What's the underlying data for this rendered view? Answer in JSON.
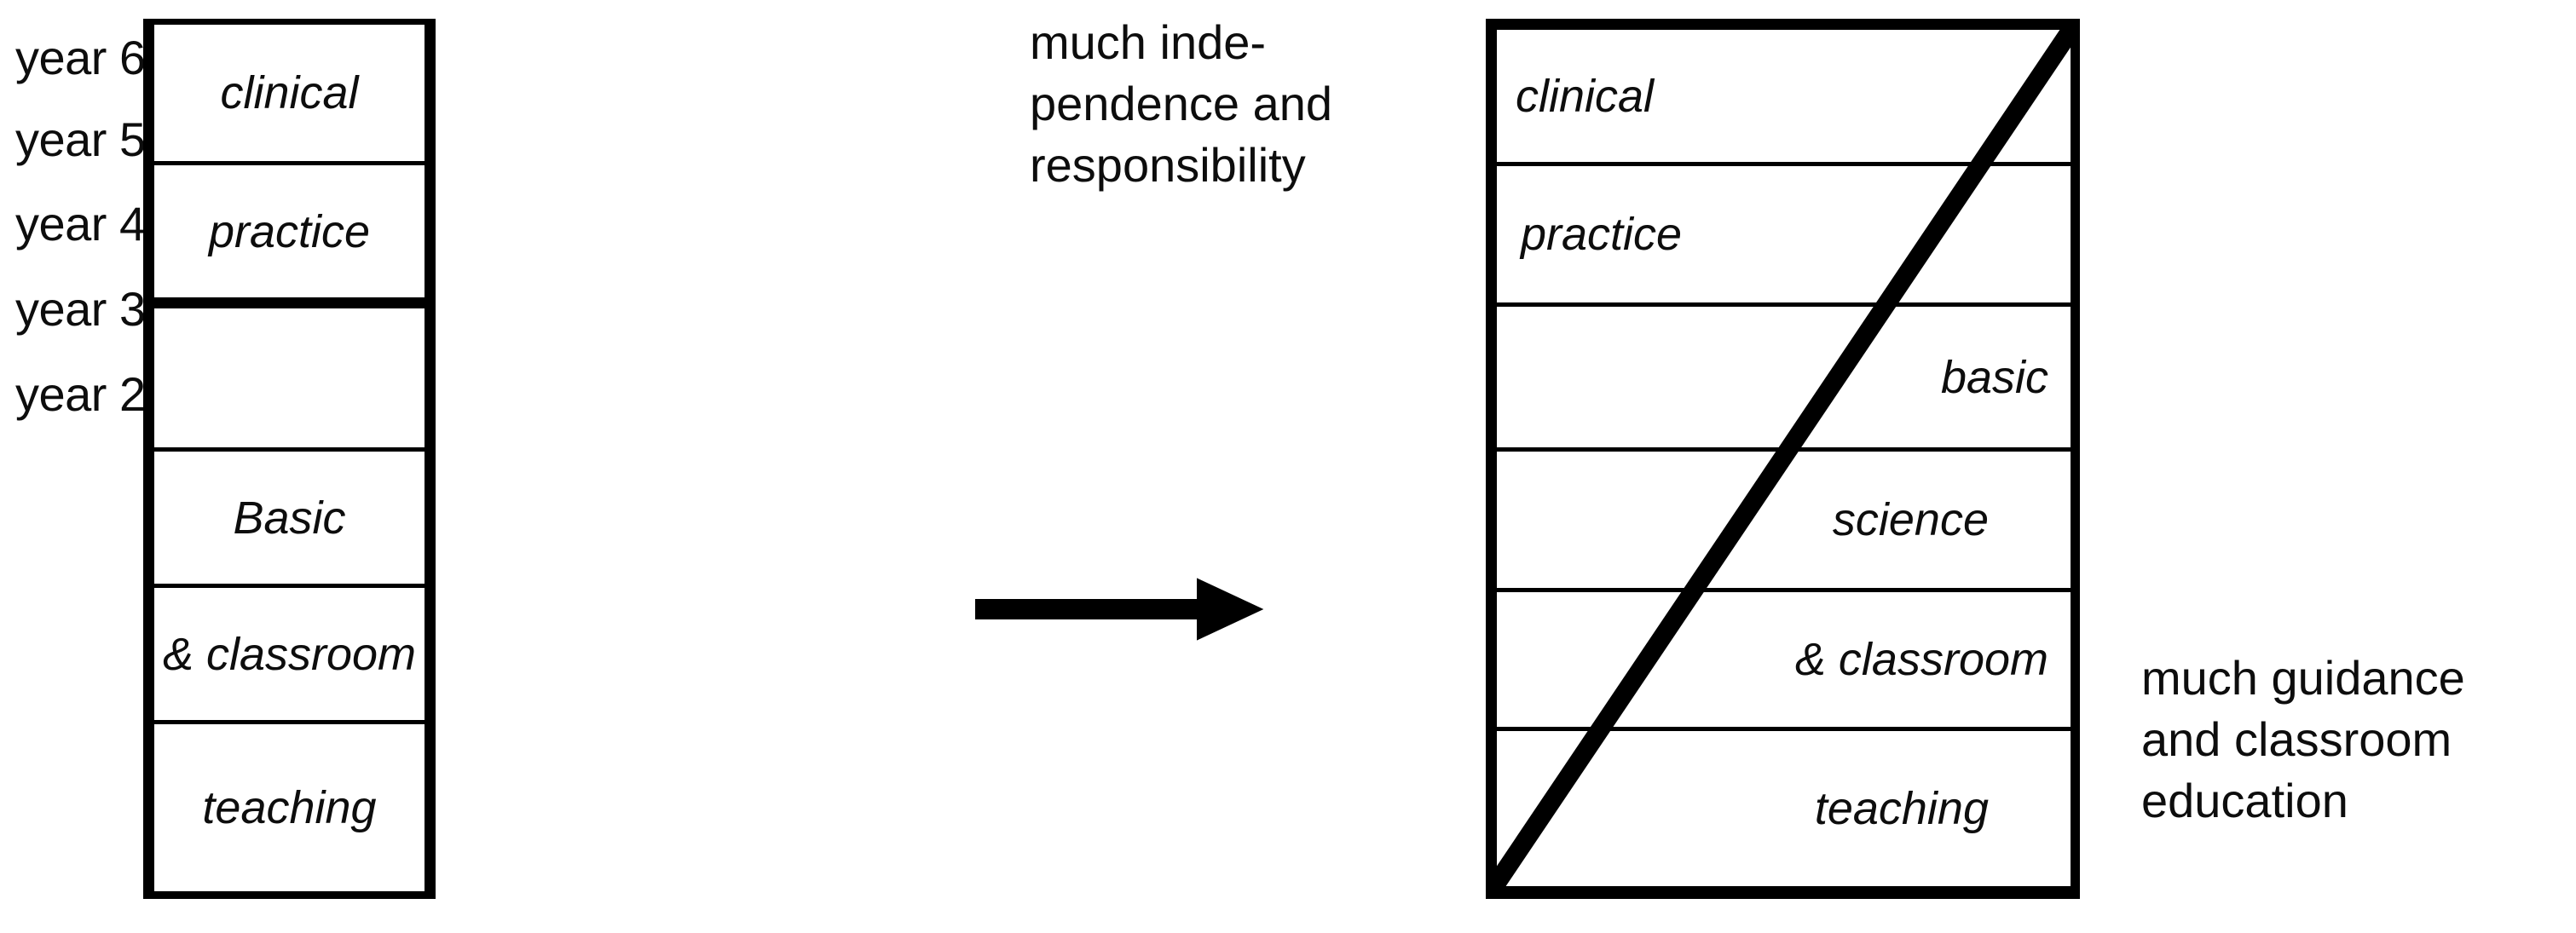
{
  "diagram": {
    "title": "curriculum integration diagram",
    "stroke_color": "#000000",
    "background_color": "#ffffff"
  },
  "year_labels": [
    {
      "id": "year-6",
      "label": "year 6"
    },
    {
      "id": "year-5",
      "label": "year 5"
    },
    {
      "id": "year-4",
      "label": "year 4"
    },
    {
      "id": "year-3",
      "label": "year 3"
    },
    {
      "id": "year-2",
      "label": "year 2"
    }
  ],
  "left_box": {
    "name": "traditional-curriculum-box",
    "rows": [
      {
        "index": 0,
        "label": "clinical",
        "align": "center",
        "divider_below": "thin"
      },
      {
        "index": 1,
        "label": "practice",
        "align": "center",
        "divider_below": "thick"
      },
      {
        "index": 2,
        "label": "",
        "align": "center",
        "divider_below": "thin"
      },
      {
        "index": 3,
        "label": "Basic",
        "align": "center",
        "divider_below": "thin"
      },
      {
        "index": 4,
        "label": "& classroom",
        "align": "center",
        "divider_below": "thin"
      },
      {
        "index": 5,
        "label": "teaching",
        "align": "center",
        "divider_below": "none"
      }
    ]
  },
  "right_box": {
    "name": "integrated-curriculum-box",
    "has_diagonal": true,
    "diagonal_description": "thick line from bottom-left corner to top-right corner",
    "rows": [
      {
        "index": 0,
        "label": "clinical",
        "align": "left",
        "divider_below": "thin"
      },
      {
        "index": 1,
        "label": "practice",
        "align": "left",
        "divider_below": "thin"
      },
      {
        "index": 2,
        "label": "basic",
        "align": "right",
        "divider_below": "thin"
      },
      {
        "index": 3,
        "label": "science",
        "align": "rightish",
        "divider_below": "thin"
      },
      {
        "index": 4,
        "label": "& classroom",
        "align": "right",
        "divider_below": "thin"
      },
      {
        "index": 5,
        "label": "teaching",
        "align": "rightish",
        "divider_below": "none"
      }
    ]
  },
  "annotations": {
    "independence": "much inde-\npendence and\nresponsibility",
    "guidance": "much guidance\nand classroom\neducation"
  },
  "arrow": {
    "name": "transform-arrow",
    "direction": "right"
  }
}
